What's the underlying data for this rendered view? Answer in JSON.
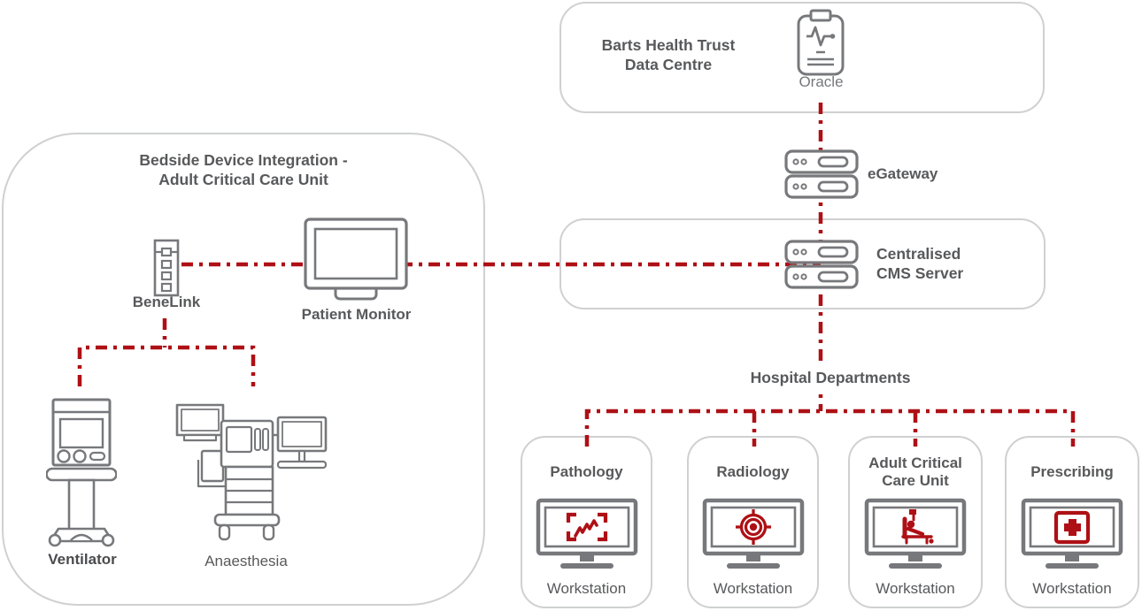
{
  "colors": {
    "accent_red": "#ae1015",
    "icon_gray": "#77787b",
    "text_gray": "#58595b",
    "box_border": "#cfd0d1"
  },
  "data_centre": {
    "title_line1": "Barts Health Trust",
    "title_line2": "Data Centre",
    "oracle_label": "Oracle",
    "oracle_icon": "clipboard-ecg-icon"
  },
  "egateway": {
    "label": "eGateway",
    "icon": "server-stack-icon"
  },
  "cms": {
    "title_line1": "Centralised",
    "title_line2": "CMS Server",
    "icon": "server-stack-icon"
  },
  "bedside": {
    "title_line1": "Bedside Device Integration -",
    "title_line2": "Adult Critical Care Unit",
    "devices": {
      "benelink": {
        "label": "BeneLink",
        "icon": "benelink-module-icon"
      },
      "patient_monitor": {
        "label": "Patient Monitor",
        "icon": "patient-monitor-icon"
      },
      "ventilator": {
        "label": "Ventilator",
        "icon": "ventilator-icon"
      },
      "anaesthesia": {
        "label": "Anaesthesia",
        "icon": "anaesthesia-machine-icon"
      }
    }
  },
  "departments_section": {
    "title": "Hospital Departments",
    "departments": [
      {
        "name": "Pathology",
        "workstation_label": "Workstation",
        "icon": "specimen-viewer-icon"
      },
      {
        "name": "Radiology",
        "workstation_label": "Workstation",
        "icon": "target-scan-icon"
      },
      {
        "name": "Adult Critical Care Unit",
        "workstation_label": "Workstation",
        "icon": "hospital-bed-icon"
      },
      {
        "name": "Prescribing",
        "workstation_label": "Workstation",
        "icon": "first-aid-kit-icon"
      }
    ]
  }
}
